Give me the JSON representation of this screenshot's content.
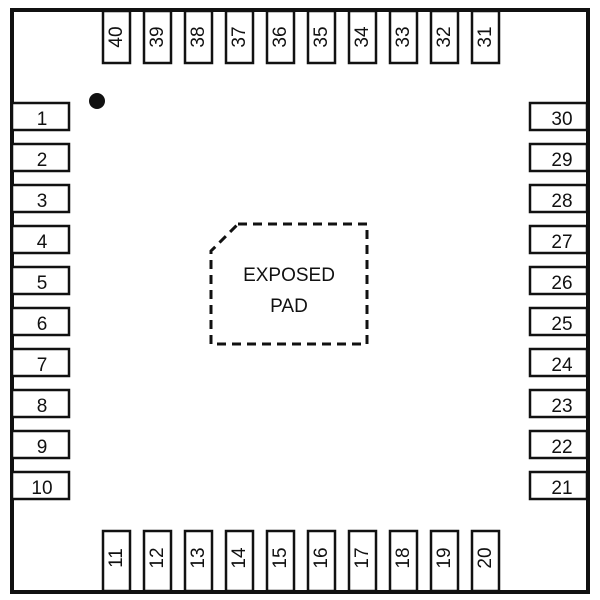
{
  "package": {
    "left_pins": [
      "1",
      "2",
      "3",
      "4",
      "5",
      "6",
      "7",
      "8",
      "9",
      "10"
    ],
    "bottom_pins": [
      "11",
      "12",
      "13",
      "14",
      "15",
      "16",
      "17",
      "18",
      "19",
      "20"
    ],
    "right_pins": [
      "30",
      "29",
      "28",
      "27",
      "26",
      "25",
      "24",
      "23",
      "22",
      "21"
    ],
    "top_pins": [
      "40",
      "39",
      "38",
      "37",
      "36",
      "35",
      "34",
      "33",
      "32",
      "31"
    ],
    "exposed_pad": {
      "line1": "EXPOSED",
      "line2": "PAD"
    },
    "colors": {
      "outline": "#111111",
      "background": "#ffffff"
    }
  }
}
